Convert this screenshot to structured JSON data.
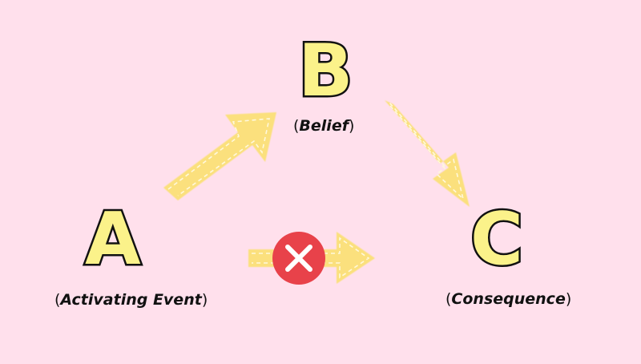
{
  "nodes": {
    "a": {
      "letter": "A",
      "label": "Activating Event"
    },
    "b": {
      "letter": "B",
      "label": "Belief"
    },
    "c": {
      "letter": "C",
      "label": "Consequence"
    }
  },
  "paren_open": "(",
  "paren_close": ")",
  "colors": {
    "background": "#ffe0ec",
    "arrow": "#fbe07d",
    "letter_fill": "#fbf28a",
    "outline": "#111111",
    "cross_circle": "#e8424a"
  },
  "icons": {
    "blocked": "cross-icon"
  }
}
